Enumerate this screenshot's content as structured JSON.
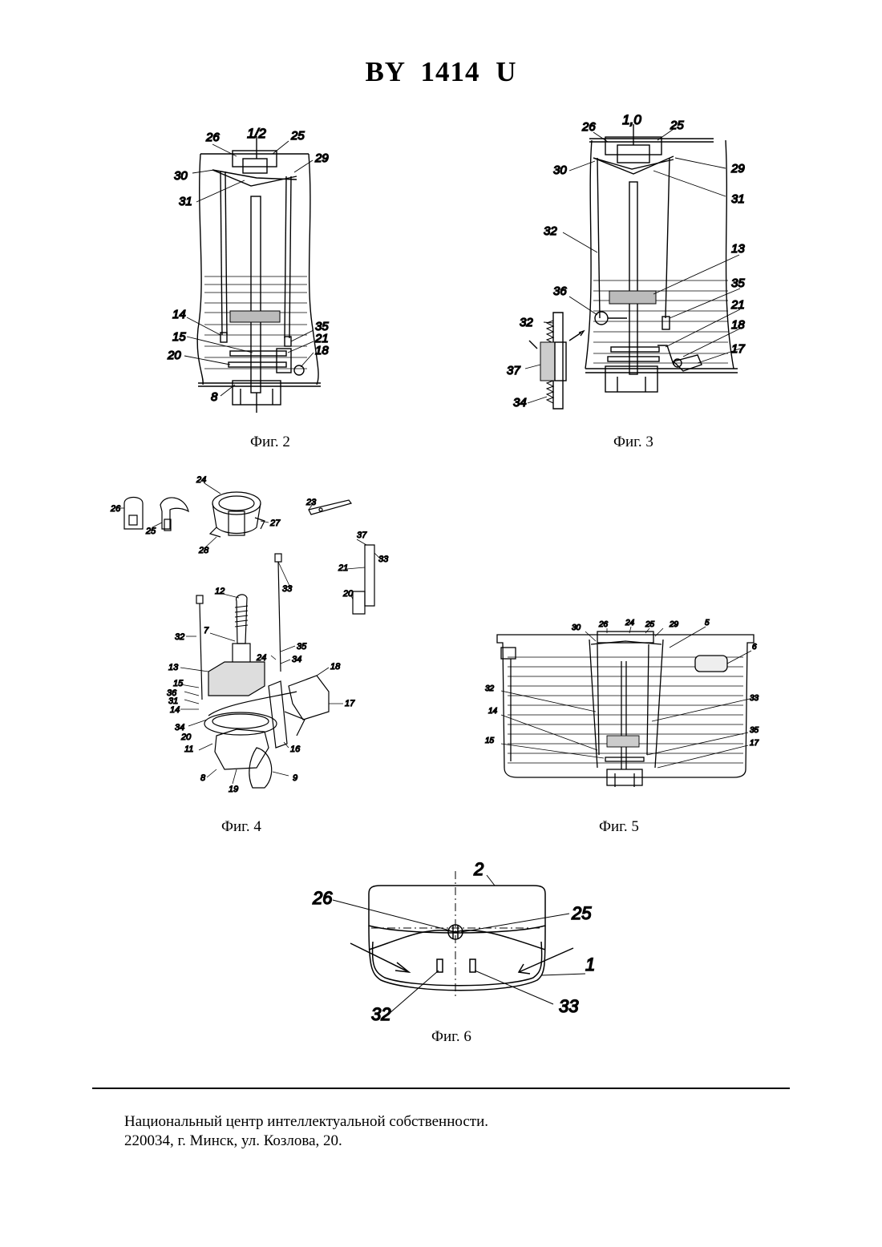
{
  "header": {
    "doc_id": "BY 1414 U"
  },
  "figures": {
    "fig2": {
      "caption": "Фиг. 2",
      "labels": [
        "1/2",
        "26",
        "25",
        "29",
        "30",
        "31",
        "14",
        "35",
        "15",
        "21",
        "18",
        "20",
        "8"
      ]
    },
    "fig3": {
      "caption": "Фиг. 3",
      "labels": [
        "1,0",
        "26",
        "25",
        "30",
        "29",
        "31",
        "32",
        "13",
        "35",
        "36",
        "21",
        "32",
        "18",
        "17",
        "37",
        "34"
      ]
    },
    "fig4": {
      "caption": "Фиг. 4",
      "labels": [
        "24",
        "26",
        "25",
        "27",
        "28",
        "23",
        "37",
        "33",
        "21",
        "20",
        "12",
        "33",
        "7",
        "32",
        "35",
        "24",
        "34",
        "18",
        "13",
        "15",
        "36",
        "31",
        "14",
        "34",
        "20",
        "11",
        "17",
        "16",
        "8",
        "19",
        "9"
      ]
    },
    "fig5": {
      "caption": "Фиг. 5",
      "labels": [
        "30",
        "26",
        "24",
        "25",
        "29",
        "5",
        "6",
        "32",
        "33",
        "14",
        "35",
        "15",
        "17"
      ]
    },
    "fig6": {
      "caption": "Фиг. 6",
      "labels": [
        "2",
        "26",
        "25",
        "1",
        "32",
        "33"
      ]
    }
  },
  "footer": {
    "line1": "Национальный центр интеллектуальной собственности.",
    "line2": "220034, г. Минск, ул. Козлова, 20."
  }
}
